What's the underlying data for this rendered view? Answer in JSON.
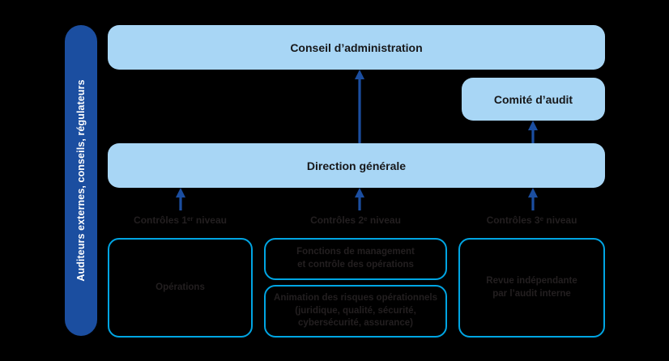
{
  "diagram": {
    "title_hidden": "Modele des trois lignes de maitrise",
    "colors": {
      "background": "#000000",
      "sidebar_fill": "#1b4ea0",
      "sidebar_text": "#ffffff",
      "band_fill": "#a8d6f5",
      "band_text": "#17181a",
      "arrow": "#1b4ea0",
      "outline_box_border": "#00a5e3",
      "outline_box_text": "#231f20"
    },
    "sidebar": {
      "label": "Auditeurs externes, conseils, régulateurs"
    },
    "bands": {
      "board": "Conseil d’administration",
      "audit_committee": "Comité d’audit",
      "management": "Direction générale"
    },
    "level_labels": {
      "level_1": "Contrôles 1ᵉʳ niveau",
      "level_2": "Contrôles 2ᵉ niveau",
      "level_3": "Contrôles 3ᵉ niveau"
    },
    "boxes": {
      "operations": "Opérations",
      "management_functions_line_1": "Fonctions de management",
      "management_functions_line_2": "et contrôle des opérations",
      "risk_animation_line_1": "Animation des risques opérationnels",
      "risk_animation_line_2": "(juridique, qualité, sécurité,",
      "risk_animation_line_3": "cybersécurité, assurance)",
      "internal_audit_line_1": "Revue indépendante",
      "internal_audit_line_2": "par l’audit interne"
    },
    "arrows": {
      "management_to_board": "arrow-up",
      "management_to_audit_committee": "arrow-up",
      "level1_to_management": "arrow-up",
      "level2_to_management": "arrow-up",
      "level3_to_management": "arrow-up"
    }
  }
}
